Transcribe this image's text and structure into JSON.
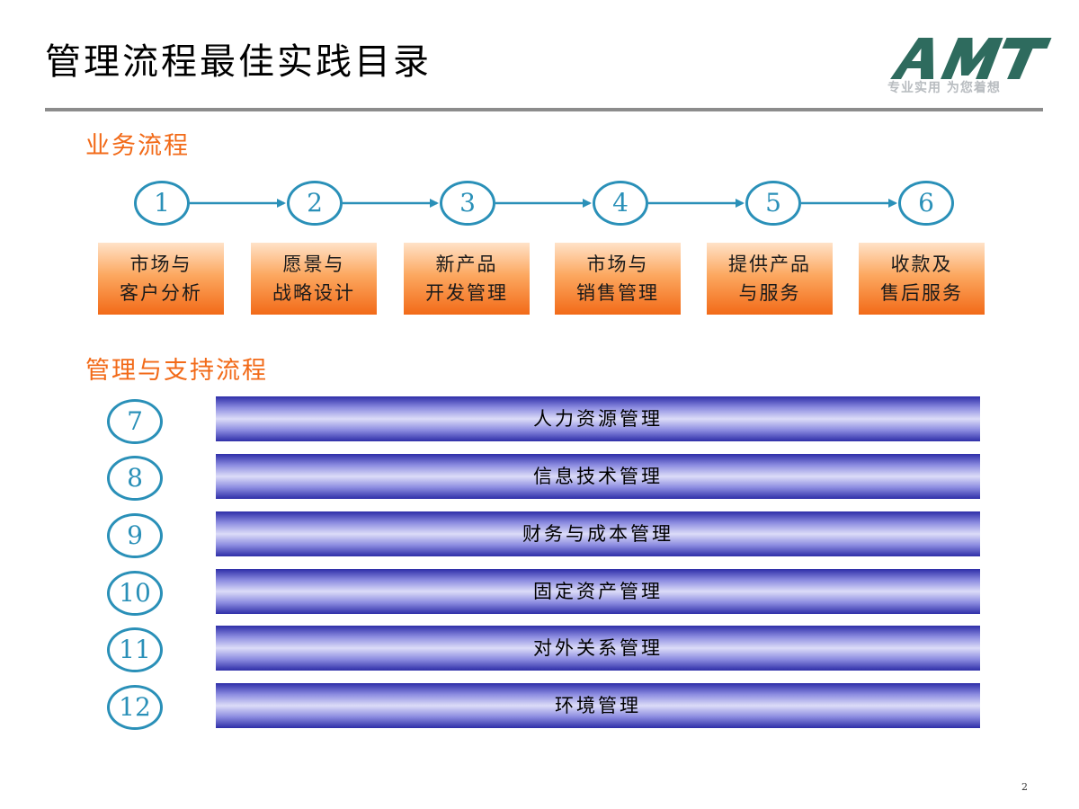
{
  "title": "管理流程最佳实践目录",
  "logo": {
    "text": "AMT",
    "tagline": "专业实用 为您着想",
    "color": "#2e6b5e"
  },
  "business": {
    "heading": "业务流程",
    "steps": [
      {
        "number": "1",
        "line1": "市场与",
        "line2": "客户分析"
      },
      {
        "number": "2",
        "line1": "愿景与",
        "line2": "战略设计"
      },
      {
        "number": "3",
        "line1": "新产品",
        "line2": "开发管理"
      },
      {
        "number": "4",
        "line1": "市场与",
        "line2": "销售管理"
      },
      {
        "number": "5",
        "line1": "提供产品",
        "line2": "与服务"
      },
      {
        "number": "6",
        "line1": "收款及",
        "line2": "售后服务"
      }
    ]
  },
  "support": {
    "heading": "管理与支持流程",
    "items": [
      {
        "number": "7",
        "label": "人力资源管理"
      },
      {
        "number": "8",
        "label": "信息技术管理"
      },
      {
        "number": "9",
        "label": "财务与成本管理"
      },
      {
        "number": "10",
        "label": "固定资产管理"
      },
      {
        "number": "11",
        "label": "对外关系管理"
      },
      {
        "number": "12",
        "label": "环境管理"
      }
    ]
  },
  "page_number": "2",
  "colors": {
    "accent_orange": "#f26a18",
    "circle_blue": "#2a90b8",
    "bar_blue": "#2e2ea8",
    "rule_gray": "#8c8c8c"
  },
  "icons": [
    "arrow-right-icon"
  ]
}
